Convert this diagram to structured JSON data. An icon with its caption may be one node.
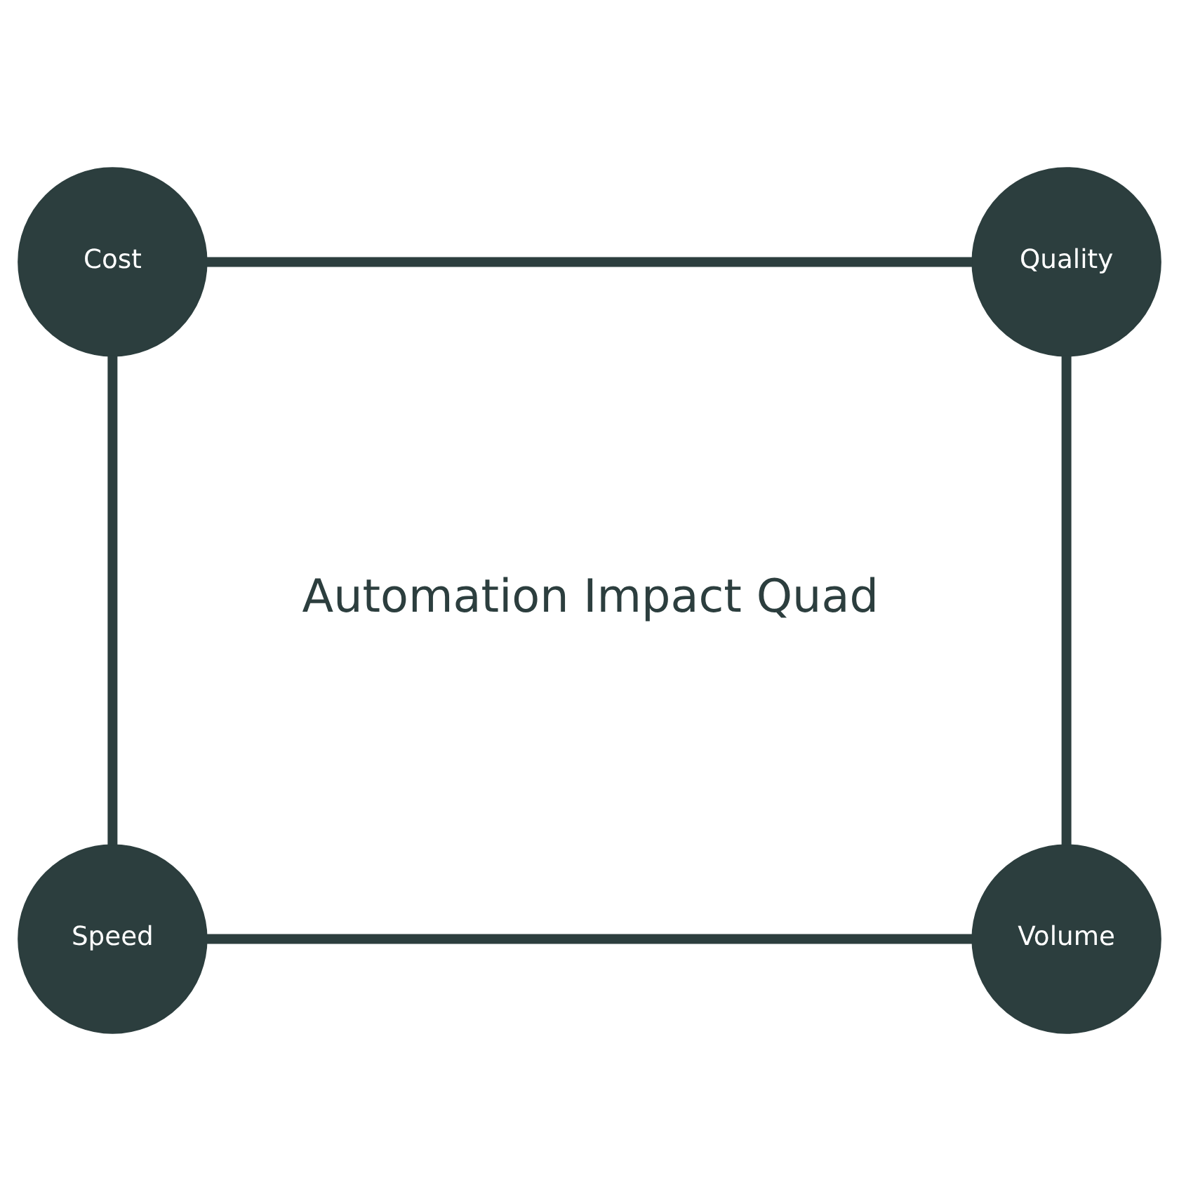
{
  "diagram": {
    "nodes": [
      {
        "text": [
          "Cost"
        ]
      },
      {
        "text": [
          "Quality"
        ]
      },
      {
        "text": [
          "Speed"
        ]
      },
      {
        "text": [
          "Volume"
        ]
      }
    ],
    "edges": [
      {
        "from": 0,
        "to": 1,
        "arrow": "none"
      },
      {
        "from": 0,
        "to": 2,
        "arrow": "none"
      },
      {
        "from": 1,
        "to": 3,
        "arrow": "none"
      },
      {
        "from": 2,
        "to": 3,
        "arrow": "none"
      }
    ],
    "labels": [
      "Automation Impact Quad"
    ]
  }
}
